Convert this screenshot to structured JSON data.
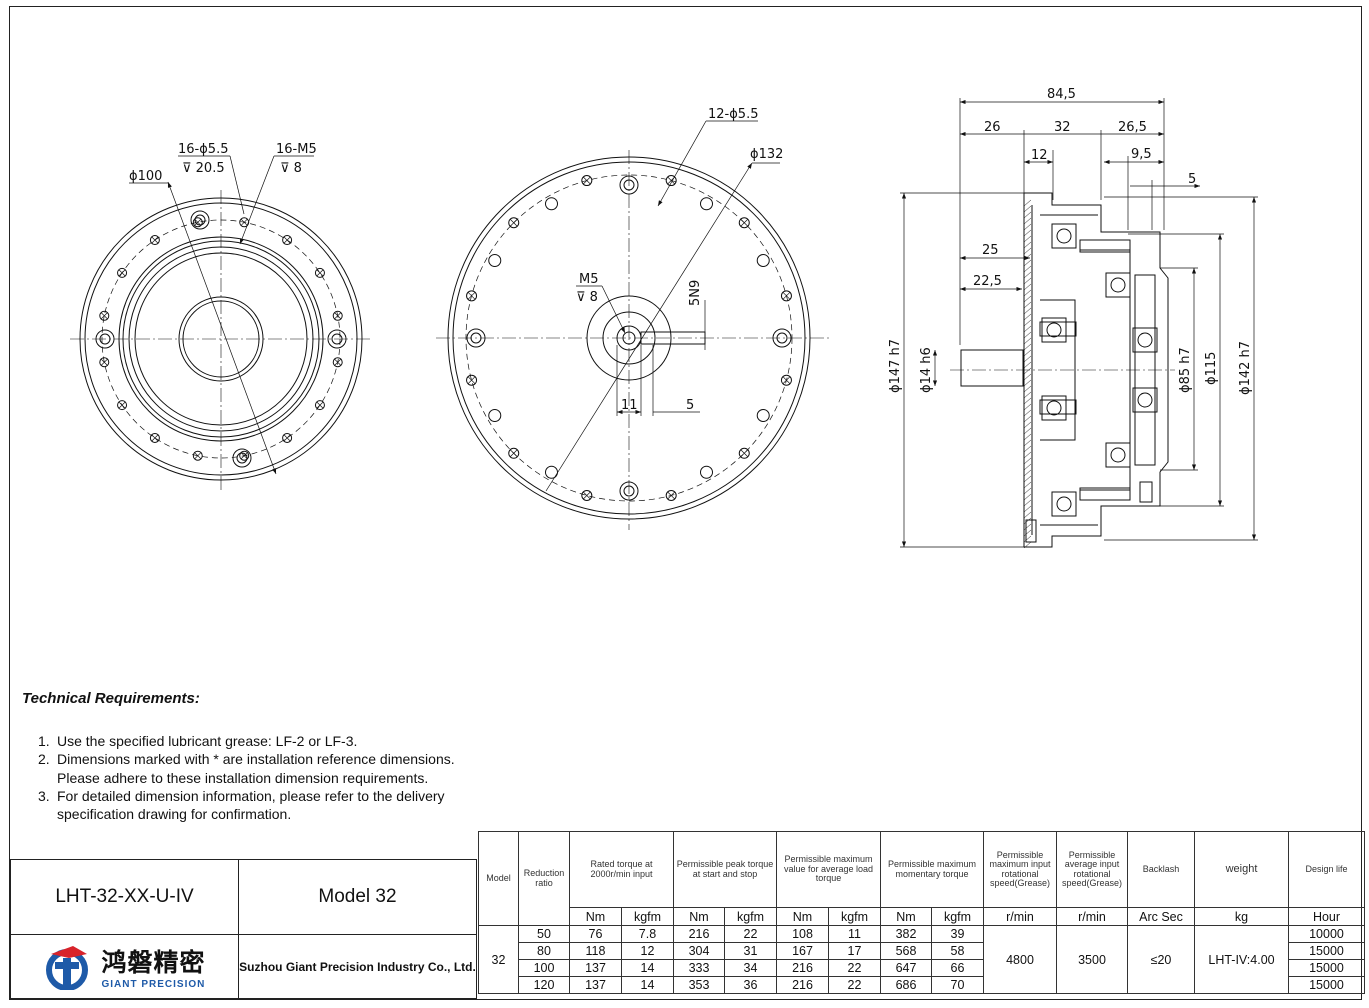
{
  "drawing": {
    "left_view": {
      "holes_label": "16-ϕ5.5",
      "holes_depth": "20.5",
      "tap_label": "16-M5",
      "tap_depth": "8",
      "pcd": "ϕ100"
    },
    "center_view": {
      "holes_label": "12-ϕ5.5",
      "pcd": "ϕ132",
      "center_tap": "M5",
      "center_tap_depth": "8",
      "key_dim": "5N9",
      "dim_11": "11",
      "dim_5": "5"
    },
    "right_view": {
      "d_84_5": "84,5",
      "d_26": "26",
      "d_32": "32",
      "d_26_5": "26,5",
      "d_12": "12",
      "d_9_5": "9,5",
      "d_5": "5",
      "d_25": "25",
      "d_22_5": "22,5",
      "d_147": "ϕ147 h7",
      "d_14": "ϕ14 h6",
      "d_85": "ϕ85 h7",
      "d_115": "ϕ115",
      "d_142": "ϕ142 h7"
    }
  },
  "requirements": {
    "title": "Technical Requirements:",
    "items": [
      {
        "n": "1.",
        "lines": [
          "Use the specified lubricant grease: LF-2 or LF-3."
        ]
      },
      {
        "n": "2.",
        "lines": [
          "Dimensions marked with * are installation reference dimensions.",
          "Please adhere to these installation dimension requirements."
        ]
      },
      {
        "n": "3.",
        "lines": [
          "For detailed dimension information, please refer to the delivery",
          "specification drawing for confirmation."
        ]
      }
    ]
  },
  "title_block": {
    "part_number": "LHT-32-XX-U-IV",
    "model": "Model 32",
    "company": "Suzhou Giant Precision Industry Co., Ltd.",
    "logo_cn": "鸿磐精密",
    "logo_en": "GIANT PRECISION",
    "colors": {
      "logo_blue": "#1e5aa8",
      "logo_red": "#d8232a"
    }
  },
  "spec_table": {
    "headers": {
      "model": "Model",
      "ratio": "Reduction ratio",
      "rated": "Rated torque at 2000r/min input",
      "peak": "Permissible peak torque at start and stop",
      "avg": "Permissible maximum value for average load torque",
      "momentary": "Permissible maximum momentary torque",
      "max_speed": "Permissible maximum input rotational speed(Grease)",
      "avg_speed": "Permissible average input rotational speed(Grease)",
      "backlash": "Backlash",
      "weight": "weight",
      "life": "Design life"
    },
    "units": {
      "nm": "Nm",
      "kgfm": "kgfm",
      "rmin": "r/min",
      "arc": "Arc Sec",
      "kg": "kg",
      "hour": "Hour"
    },
    "model": "32",
    "max_speed": "4800",
    "avg_speed": "3500",
    "backlash": "≤20",
    "weight": "LHT-IV:4.00",
    "rows": [
      {
        "ratio": "50",
        "r_nm": "76",
        "r_kgfm": "7.8",
        "p_nm": "216",
        "p_kgfm": "22",
        "a_nm": "108",
        "a_kgfm": "11",
        "m_nm": "382",
        "m_kgfm": "39",
        "life": "10000"
      },
      {
        "ratio": "80",
        "r_nm": "118",
        "r_kgfm": "12",
        "p_nm": "304",
        "p_kgfm": "31",
        "a_nm": "167",
        "a_kgfm": "17",
        "m_nm": "568",
        "m_kgfm": "58",
        "life": "15000"
      },
      {
        "ratio": "100",
        "r_nm": "137",
        "r_kgfm": "14",
        "p_nm": "333",
        "p_kgfm": "34",
        "a_nm": "216",
        "a_kgfm": "22",
        "m_nm": "647",
        "m_kgfm": "66",
        "life": "15000"
      },
      {
        "ratio": "120",
        "r_nm": "137",
        "r_kgfm": "14",
        "p_nm": "353",
        "p_kgfm": "36",
        "a_nm": "216",
        "a_kgfm": "22",
        "m_nm": "686",
        "m_kgfm": "70",
        "life": "15000"
      }
    ]
  }
}
